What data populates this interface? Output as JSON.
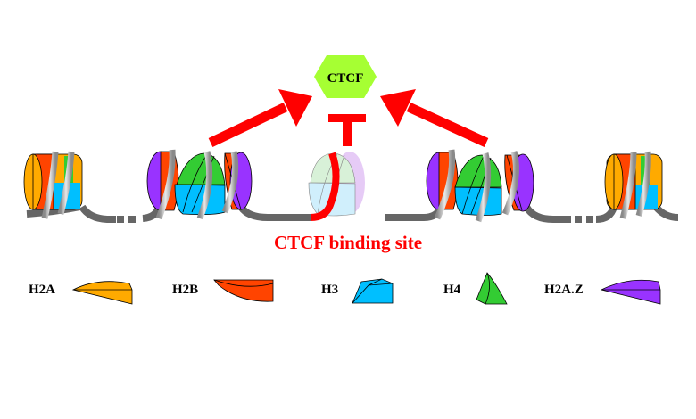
{
  "protein": {
    "label": "CTCF",
    "fill": "#a6ff33"
  },
  "site_label": "CTCF binding site",
  "colors": {
    "arrow": "#ff0000",
    "dna": "#666666",
    "H2A": "#ffaa00",
    "H2B": "#ff4400",
    "H3": "#00bfff",
    "H4": "#33cc33",
    "H2AZ": "#9933ff"
  },
  "legend": [
    {
      "label": "H2A",
      "key": "H2A"
    },
    {
      "label": "H2B",
      "key": "H2B"
    },
    {
      "label": "H3",
      "key": "H3"
    },
    {
      "label": "H4",
      "key": "H4"
    },
    {
      "label": "H2A.Z",
      "key": "H2AZ"
    }
  ],
  "nucleosomes": [
    {
      "name": "canonical-left",
      "type": "canonical"
    },
    {
      "name": "h2az-left-1",
      "type": "h2az-disc"
    },
    {
      "name": "core-left",
      "type": "core"
    },
    {
      "name": "h2az-left-2",
      "type": "h2az-disc"
    },
    {
      "name": "depleted-center",
      "type": "depleted"
    },
    {
      "name": "h2az-right-1",
      "type": "h2az-disc"
    },
    {
      "name": "core-right",
      "type": "core"
    },
    {
      "name": "h2az-right-2",
      "type": "h2az-disc"
    },
    {
      "name": "canonical-right",
      "type": "canonical"
    }
  ]
}
